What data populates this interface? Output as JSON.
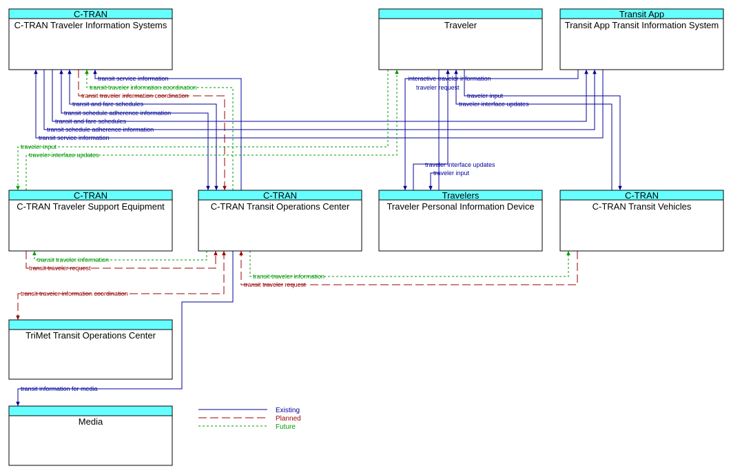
{
  "entities": {
    "cts": {
      "header": "C-TRAN",
      "name": "C-TRAN Traveler Information Systems"
    },
    "traveler": {
      "header": "",
      "name": "Traveler"
    },
    "app": {
      "header": "Transit App",
      "name": "Transit App Transit Information System"
    },
    "tse": {
      "header": "C-TRAN",
      "name": "C-TRAN Traveler Support Equipment"
    },
    "toc": {
      "header": "C-TRAN",
      "name": "C-TRAN Transit Operations Center"
    },
    "tpid": {
      "header": "Travelers",
      "name": "Traveler Personal Information Device"
    },
    "veh": {
      "header": "C-TRAN",
      "name": "C-TRAN Transit Vehicles"
    },
    "trimet": {
      "header": "",
      "name": "TriMet Transit Operations Center"
    },
    "media": {
      "header": "",
      "name": "Media"
    }
  },
  "flows": {
    "f1": "transit service information",
    "f2": "transit traveler information coordination",
    "f3": "transit traveler information coordination",
    "f4": "transit and fare schedules",
    "f5": "transit schedule adherence information",
    "f6": "transit and fare schedules",
    "f7": "transit schedule adherence information",
    "f8": "transit service information",
    "f9": "traveler input",
    "f10": "traveler interface updates",
    "f11": "interactive traveler information",
    "f12": "traveler request",
    "f13": "traveler input",
    "f14": "traveler interface updates",
    "f15": "traveler interface updates",
    "f16": "traveler input",
    "f17": "transit traveler information",
    "f18": "transit traveler request",
    "f19": "transit traveler information",
    "f20": "transit traveler request",
    "f21": "transit traveler information coordination",
    "f22": "transit information for media"
  },
  "legend": {
    "existing": "Existing",
    "planned": "Planned",
    "future": "Future"
  },
  "colors": {
    "existing": "#000099",
    "planned": "#990000",
    "future": "#009900",
    "header_fill": "#66ffff"
  }
}
